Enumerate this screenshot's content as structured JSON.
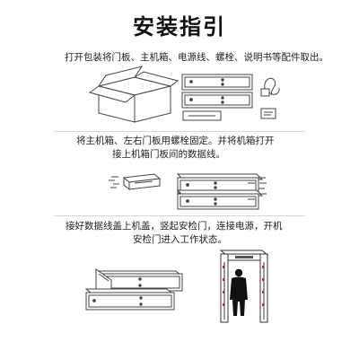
{
  "title": "安装指引",
  "steps": [
    {
      "text": "打开包装将门板、主机箱、电源线、螺栓、说明书等配件取出。"
    },
    {
      "text_line1": "将主机箱、左右门板用螺栓固定。并将机箱打开",
      "text_line2": "接上机箱门板间的数据线。"
    },
    {
      "text_line1": "接好数据线盖上机盖，竖起安检门，连接电源，开机",
      "text_line2": "安检门进入工作状态。"
    }
  ]
}
